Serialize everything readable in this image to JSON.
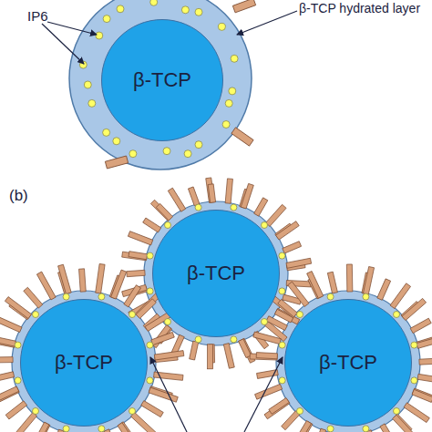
{
  "diagram": {
    "nodes": [
      {
        "text": [
          "β-TCP"
        ]
      },
      {
        "text": [
          "β-TCP"
        ]
      },
      {
        "text": [
          "β-TCP"
        ]
      },
      {
        "text": [
          "β-TCP"
        ]
      }
    ],
    "labels": [
      "IP6",
      "β-TCP hydrated layer",
      "(b)"
    ]
  }
}
